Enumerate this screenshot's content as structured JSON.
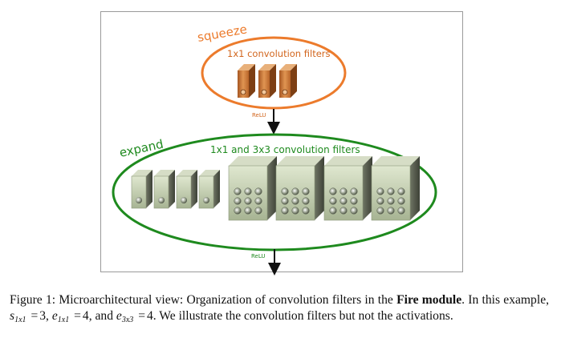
{
  "diagram": {
    "squeeze_label": "squeeze",
    "squeeze_filters_label": "1x1 convolution filters",
    "relu_top": "ReLU",
    "expand_label": "expand",
    "expand_filters_label": "1x1 and 3x3 convolution filters",
    "relu_bottom": "ReLU",
    "colors": {
      "squeeze": "#ec7b2c",
      "expand": "#1e8a1e",
      "squeeze_filter": "#c8742e",
      "expand_filter": "#b8c4a4"
    },
    "counts": {
      "s1x1": 3,
      "e1x1": 4,
      "e3x3": 4
    }
  },
  "caption": {
    "figure_label": "Figure 1:",
    "text_1": "Microarchitectural view: Organization of convolution filters in the",
    "bold": "Fire module",
    "text_2": ". In this example,",
    "s_var": "s",
    "s_sub": "1x1",
    "s_val": "3",
    "e1_var": "e",
    "e1_sub": "1x1",
    "e1_val": "4",
    "and": "and",
    "e3_var": "e",
    "e3_sub": "3x3",
    "e3_val": "4",
    "text_3": ". We illustrate the convolution filters but not the activations."
  }
}
